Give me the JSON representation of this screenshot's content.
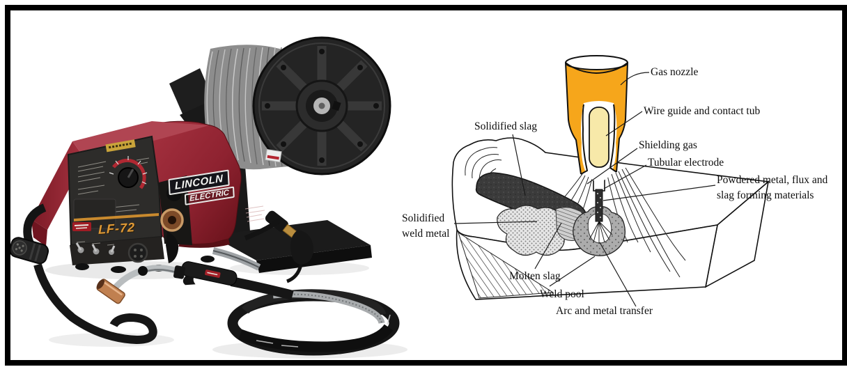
{
  "page": {
    "background": "#ffffff",
    "frame_border_color": "#000000"
  },
  "left_photo": {
    "alt": "Lincoln Electric LF-72 wire feeder with wire spool and MIG welding gun",
    "brand": {
      "line1": "LINCOLN",
      "line2": "ELECTRIC"
    },
    "model": "LF-72",
    "colors": {
      "body_red": "#8e2230",
      "panel_dark": "#2d2c2a",
      "model_text": "#e09a36",
      "gun_copper": "#c08050"
    }
  },
  "right_diagram": {
    "alt": "Cutaway diagram of flux-cored arc welding",
    "labels": [
      {
        "text": "Gas nozzle"
      },
      {
        "text": "Wire guide and contact tub"
      },
      {
        "text": "Shielding gas"
      },
      {
        "text": "Tubular electrode"
      },
      {
        "text": "Powdered metal, flux and slag forming materials"
      },
      {
        "text": "Solidified slag"
      },
      {
        "text": "Solidified weld metal"
      },
      {
        "text": "Molten slag"
      },
      {
        "text": "Weld pool"
      },
      {
        "text": "Arc and metal transfer"
      }
    ],
    "colors": {
      "nozzle_orange": "#F6A61B",
      "contact_tube_cream": "#F7E9A9",
      "outline": "#000000"
    }
  }
}
